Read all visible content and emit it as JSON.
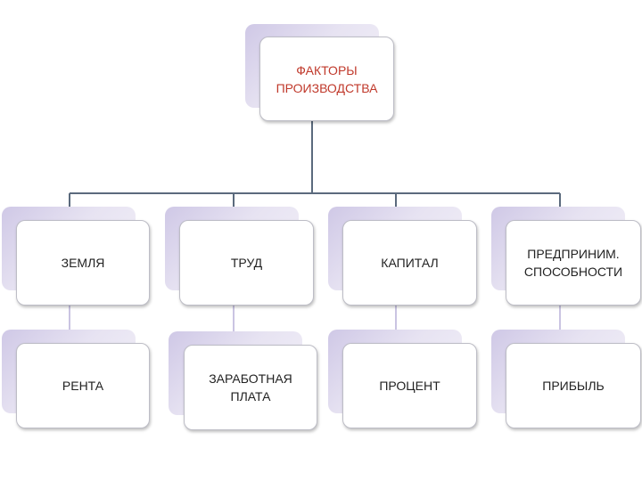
{
  "root": {
    "label": "ФАКТОРЫ\nПРОИЗВОДСТВА"
  },
  "factors": [
    {
      "label": "ЗЕМЛЯ",
      "income": "РЕНТА"
    },
    {
      "label": "ТРУД",
      "income": "ЗАРАБОТНАЯ\nПЛАТА"
    },
    {
      "label": "КАПИТАЛ",
      "income": "ПРОЦЕНТ"
    },
    {
      "label": "ПРЕДПРИНИМ.\nСПОСОБНОСТИ",
      "income": "ПРИБЫЛЬ"
    }
  ],
  "colors": {
    "connector": "#5b6a7d",
    "root_text": "#c0392b",
    "shadow": "#d6cfe8"
  }
}
